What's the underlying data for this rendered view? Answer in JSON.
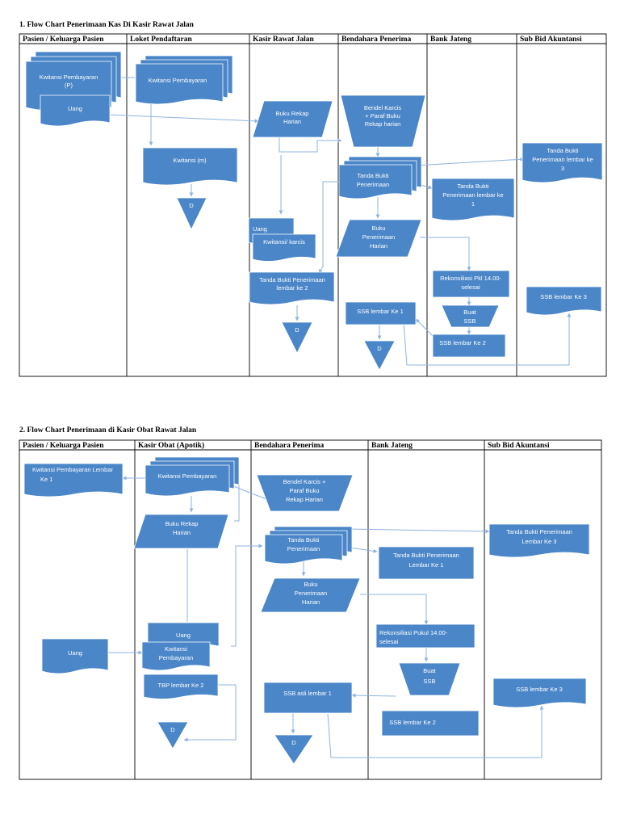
{
  "chart_1": {
    "title": "1.   Flow Chart Penerimaan Kas Di Kasir Rawat Jalan",
    "lanes": [
      "Pasien / Keluarga Pasien",
      "Loket Pendaftaran",
      "Kasir Rawat Jalan",
      "Bendahara Penerima",
      "Bank Jateng",
      "Sub Bid Akuntansi"
    ],
    "nodes": {
      "kwitansi_p": [
        "Kwitansi Pembayaran",
        "(P)"
      ],
      "uang": [
        "Uang"
      ],
      "kwitansi_loket": [
        "Kwitansi Pembayaran"
      ],
      "kwitansi_m": [
        "Kwitansi (m)"
      ],
      "d_loket": [
        "D"
      ],
      "buku_rekap": [
        "Buku Rekap",
        "Harian"
      ],
      "uang_kasir": [
        "Uang"
      ],
      "kwitansi_karcis": [
        "Kwitansi/ karcis"
      ],
      "tanda_bukti_ke2": [
        "Tanda Bukti Penerimaan",
        "lembar ke 2"
      ],
      "d_kasir": [
        "D"
      ],
      "bendel_karcis": [
        "Bendel Karcis",
        "+ Paraf Buku",
        "Rekap harian"
      ],
      "tanda_bukti_penerimaan": [
        "Tanda Bukti",
        "Penerimaan"
      ],
      "buku_penerimaan": [
        "Buku",
        "Penerimaan",
        "Harian"
      ],
      "ssb_lembar_1": [
        "SSB lembar Ke 1"
      ],
      "d_bendahara": [
        "D"
      ],
      "tanda_bukti_ke1": [
        "Tanda Bukti",
        "Penerimaan lembar ke",
        "1"
      ],
      "rekonsiliasi": [
        "Rekonsiliasi Pkl 14.00-",
        "selesai"
      ],
      "buat_ssb": [
        "Buat",
        "SSB"
      ],
      "ssb_lembar_2": [
        "SSB lembar Ke 2"
      ],
      "tanda_bukti_ke3": [
        "Tanda Bukti",
        "Penerimaan lembar ke",
        "3"
      ],
      "ssb_lembar_3": [
        "SSB lembar Ke 3"
      ]
    }
  },
  "chart_2": {
    "title": "2.   Flow Chart Penerimaan di Kasir Obat Rawat Jalan",
    "lanes": [
      "Pasien / Keluarga Pasien",
      "Kasir Obat (Apotik)",
      "Bendahara Penerima",
      "Bank Jateng",
      "Sub Bid Akuntansi"
    ],
    "nodes": {
      "kwitansi_lembar_1": [
        "Kwitansi Pembayaran Lembar",
        "Ke 1"
      ],
      "uang": [
        "Uang"
      ],
      "kwitansi_pembayaran": [
        "Kwitansi Pembayaran"
      ],
      "buku_rekap": [
        "Buku Rekap",
        "Harian"
      ],
      "uang_kasir": [
        "Uang"
      ],
      "kwitansi_kasir": [
        "Kwitansi",
        "Pembayaran"
      ],
      "tbp_lembar_2": [
        "TBP lembar Ke 2"
      ],
      "d_kasir": [
        "D"
      ],
      "bendel_karcis": [
        "Bendel Karcis +",
        "Paraf Buku",
        "Rekap Harian"
      ],
      "tanda_bukti_penerimaan": [
        "Tanda Bukti",
        "Penerimaan"
      ],
      "buku_penerimaan": [
        "Buku",
        "Penerimaan",
        "Harian"
      ],
      "ssb_asli": [
        "SSB asli lembar 1"
      ],
      "d_bendahara": [
        "D"
      ],
      "tanda_bukti_ke1": [
        "Tanda Bukti Penerimaan",
        "Lembar Ke 1"
      ],
      "rekonsiliasi": [
        "Rekonsiliasi Pukul 14.00-",
        "selesai"
      ],
      "buat_ssb": [
        "Buat",
        "SSB"
      ],
      "ssb_lembar_2": [
        "SSB lembar Ke 2"
      ],
      "tanda_bukti_ke3": [
        "Tanda Bukti Penerimaan",
        "Lembar Ke 3"
      ],
      "ssb_lembar_3": [
        "SSB lembar Ke 3"
      ]
    }
  }
}
